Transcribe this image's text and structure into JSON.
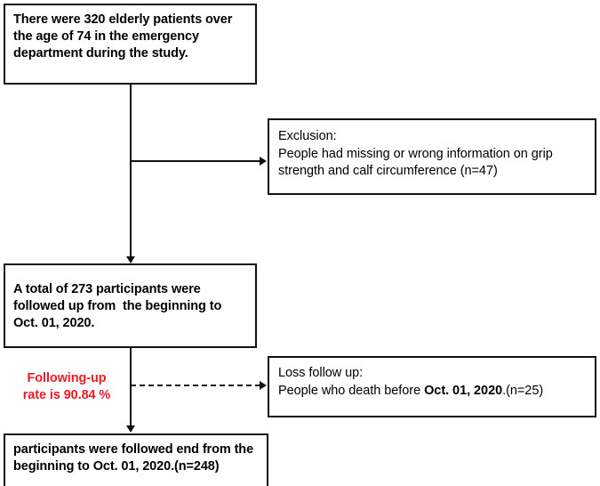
{
  "diagram": {
    "type": "participant-flow-chart",
    "accent_color": "#ee1b24",
    "line_color": "#111111",
    "background_color": "#ffffff"
  },
  "boxes": {
    "enrollment": {
      "text": "There were 320 elderly patients over the age of 74 in the emergency department during the study.",
      "total_patients": 320,
      "age_threshold": 74
    },
    "exclusion": {
      "line1": "Exclusion:",
      "line2": "People had missing or wrong information on grip strength and calf circumference (n=47)",
      "excluded_n": 47
    },
    "followed": {
      "text": "A total of 273 participants were followed up from  the beginning to Oct. 01, 2020.",
      "participants_n": 273,
      "follow_up_end_date": "Oct. 01, 2020"
    },
    "loss": {
      "line1": "Loss follow up:",
      "line2_prefix": "People who death before ",
      "line2_bold": "Oct. 01, 2020",
      "line2_suffix": ".(n=25)",
      "lost_n": 25
    },
    "final": {
      "text": "participants were followed end from the beginning to Oct. 01, 2020.(n=248)",
      "final_n": 248,
      "end_date": "Oct. 01, 2020"
    }
  },
  "annotations": {
    "follow_up_rate": {
      "line1": "Following-up",
      "line2": "rate is 90.84 %",
      "value_percent": 90.84
    }
  },
  "connectors": {
    "enrollment_to_followed": "solid-arrow-down",
    "enrollment_to_exclusion": "solid-arrow-right",
    "followed_to_final": "solid-arrow-down",
    "followed_to_loss": "dashed-arrow-right"
  }
}
